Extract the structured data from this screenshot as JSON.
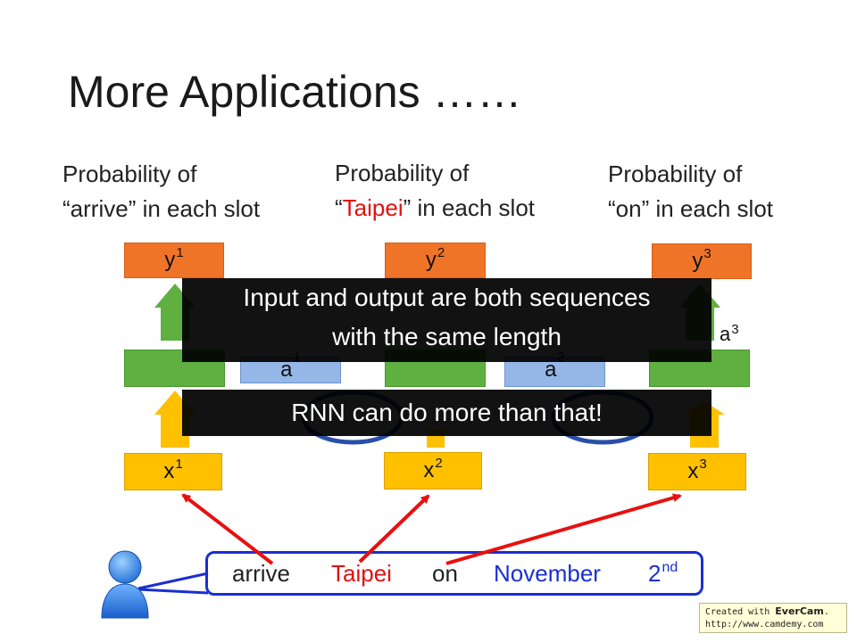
{
  "title": "More Applications ……",
  "probabilities": [
    {
      "line1": "Probability of",
      "open": "“",
      "word": "arrive",
      "close": "” in each slot"
    },
    {
      "line1": "Probability of",
      "open": "“",
      "word": "Taipei",
      "close": "” in each slot"
    },
    {
      "line1": "Probability of",
      "open": "“",
      "word": "on",
      "close": "” in each slot"
    }
  ],
  "outputs": [
    {
      "base": "y",
      "sup": "1"
    },
    {
      "base": "y",
      "sup": "2"
    },
    {
      "base": "y",
      "sup": "3"
    }
  ],
  "inputs": [
    {
      "base": "x",
      "sup": "1"
    },
    {
      "base": "x",
      "sup": "2"
    },
    {
      "base": "x",
      "sup": "3"
    }
  ],
  "memory": [
    {
      "base": "a",
      "sup": "1"
    },
    {
      "base": "a",
      "sup": "2"
    },
    {
      "base": "a",
      "sup": "3"
    }
  ],
  "captions": {
    "line1": "Input and output are both sequences",
    "line2": "with the same length",
    "line3": "RNN can do more than that!"
  },
  "sentence": {
    "words": [
      "arrive",
      "Taipei",
      "on",
      "November",
      "2"
    ],
    "ordinal_suffix": "nd"
  },
  "watermark": {
    "created_with": "Created with",
    "brand": "EverCam",
    "url": "http://www.camdemy.com"
  },
  "colors": {
    "output_box": "#f07428",
    "hidden_box": "#5fb040",
    "input_box": "#ffc000",
    "memory_box": "#95b7e8",
    "arrow_red": "#e81010",
    "sentence_border": "#1a2fd0",
    "highlight_red": "#e01010",
    "highlight_blue": "#1a2fd0"
  },
  "icons": [
    "user-icon"
  ]
}
